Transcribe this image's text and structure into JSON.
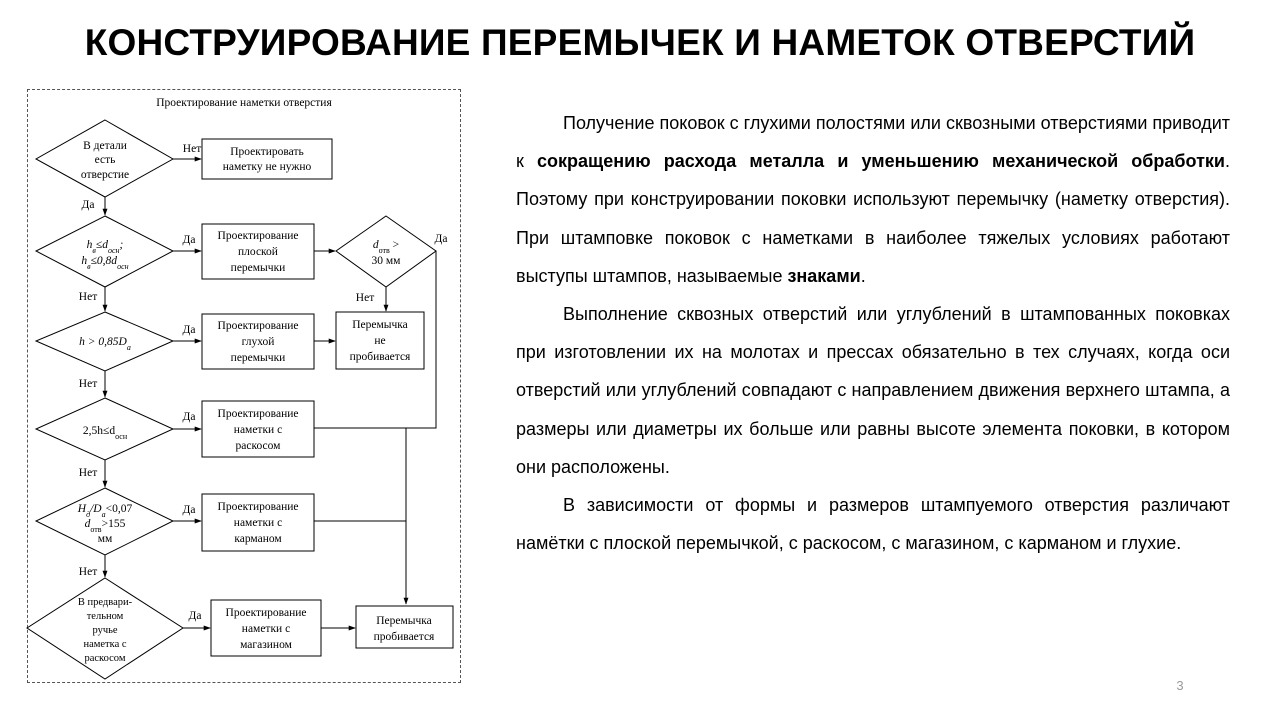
{
  "slide": {
    "title": "КОНСТРУИРОВАНИЕ ПЕРЕМЫЧЕК И НАМЕТОК ОТВЕРСТИЙ",
    "page_number": "3"
  },
  "diagram": {
    "title": "Проектирование наметки отверстия",
    "yes": "Да",
    "no": "Нет",
    "d1": [
      "В детали",
      "есть",
      "отверстие"
    ],
    "b1": [
      "Проектировать",
      "наметку не нужно"
    ],
    "b2": [
      "Проектирование",
      "плоской",
      "перемычки"
    ],
    "d3a": "d",
    "d3b": "отв",
    "d3c": " >",
    "d3d": "30 мм",
    "d4": "h > 0,85D",
    "d4s": "а",
    "b3": [
      "Проектирование",
      "глухой",
      "перемычки"
    ],
    "b4": [
      "Перемычка",
      "не",
      "пробивается"
    ],
    "d5": "2,5h≤d",
    "d5s": "осн",
    "b5": [
      "Проектирование",
      "наметки с",
      "раскосом"
    ],
    "b6": [
      "Проектирование",
      "наметки с",
      "карманом"
    ],
    "d7": [
      "В предвари-",
      "тельном",
      "ручье",
      "наметка с",
      "раскосом"
    ],
    "b7": [
      "Проектирование",
      "наметки с",
      "магазином"
    ],
    "b8": [
      "Перемычка",
      "пробивается"
    ]
  },
  "text": {
    "p1_a": "Получение поковок с глухими полостями или сквозными отверстиями приводит к ",
    "p1_b": "сокращению расхода металла и уменьшению механической обработки",
    "p1_c": ". Поэтому при конструировании поковки используют перемычку (наметку отверстия). При штамповке поковок с наметками в наиболее тяжелых условиях работают выступы штампов, называемые ",
    "p1_d": "знаками",
    "p1_e": ".",
    "p2": "Выполнение сквозных отверстий или углублений в штампованных поковках при изготовлении их на молотах и прессах обязательно в тех случаях, когда оси отверстий или углублений совпадают с направлением движения верхнего штампа, а размеры или диаметры их больше или равны высоте элемента поковки, в котором они расположены.",
    "p3": "В зависимости от формы и размеров штампуемого отверстия различают намётки с плоской перемычкой, с раскосом, с магазином, с карманом и глухие."
  }
}
